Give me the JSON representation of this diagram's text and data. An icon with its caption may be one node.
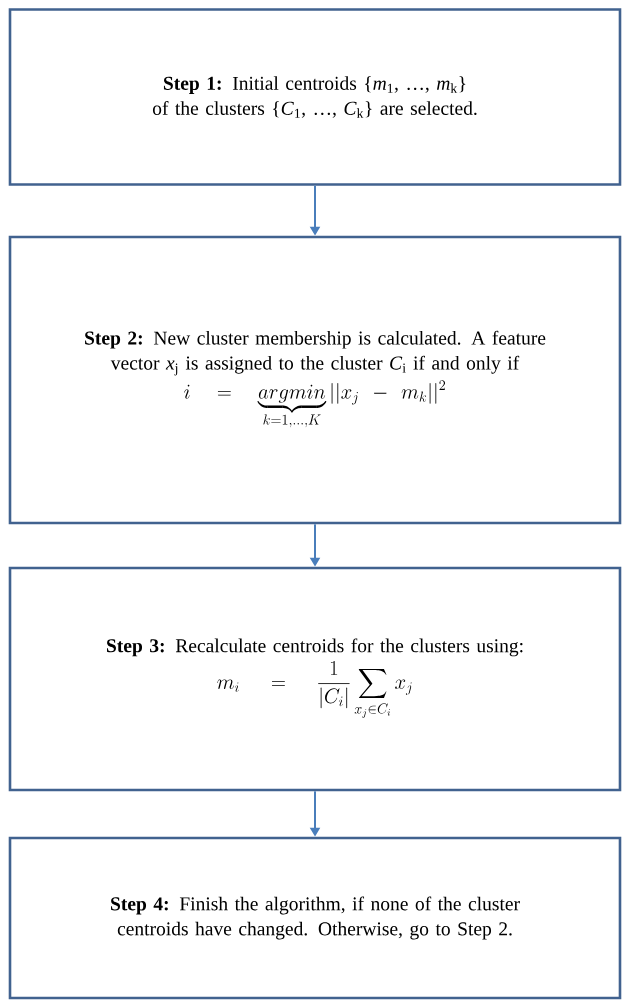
{
  "diagram": {
    "nodes": [
      {
        "text": [
          "**Step 1:** Initial centroids {*m*$_{1}$, …, *m*$_{k}$} of the clusters {*C*$_{1}$, …, *C*$_{k}$} are selected."
        ]
      },
      {
        "text": [
          "**Step 2:** New cluster membership is calculated. A feature vector *x*$_{j}$ is assigned to the cluster *C*$_{i}$ if and only if",
          "i = \\underbrace{argmin}_{k=1,\\ldots,K} ||x_j - m_k||^2"
        ]
      },
      {
        "text": [
          "**Step 3:** Recalculate centroids for the clusters using:",
          "m_i = \\frac{1}{|C_i|} \\sum_{x_j \\in C_i} x_j"
        ]
      },
      {
        "text": [
          "**Step 4:** Finish the algorithm, if none of the cluster centroids have changed. Otherwise, go to Step 2."
        ]
      }
    ],
    "edges": [
      {
        "from": 0,
        "to": 1,
        "arrow": "to"
      },
      {
        "from": 1,
        "to": 2,
        "arrow": "to"
      },
      {
        "from": 2,
        "to": 3,
        "arrow": "to"
      }
    ]
  }
}
